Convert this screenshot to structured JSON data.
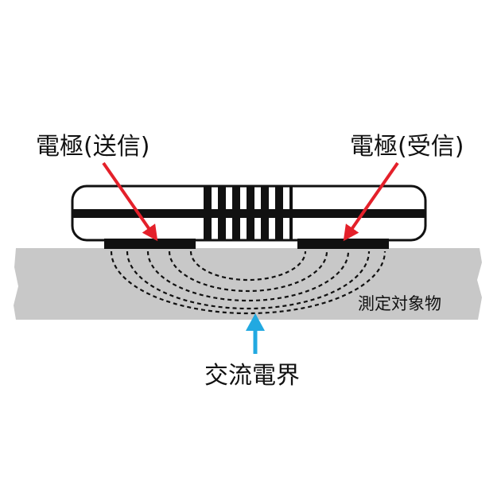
{
  "labels": {
    "transmit_electrode": "電極(送信)",
    "receive_electrode": "電極(受信)",
    "measured_object": "測定対象物",
    "ac_electric_field": "交流電界"
  },
  "colors": {
    "arrow_red": "#e4202a",
    "arrow_blue": "#22a9e1",
    "object_fill": "#c8c8c8",
    "outline": "#111111",
    "background": "#ffffff"
  },
  "icons": {
    "transmit_arrow": "arrow-down-right-icon",
    "receive_arrow": "arrow-down-left-icon",
    "field_arrow": "arrow-up-icon"
  }
}
